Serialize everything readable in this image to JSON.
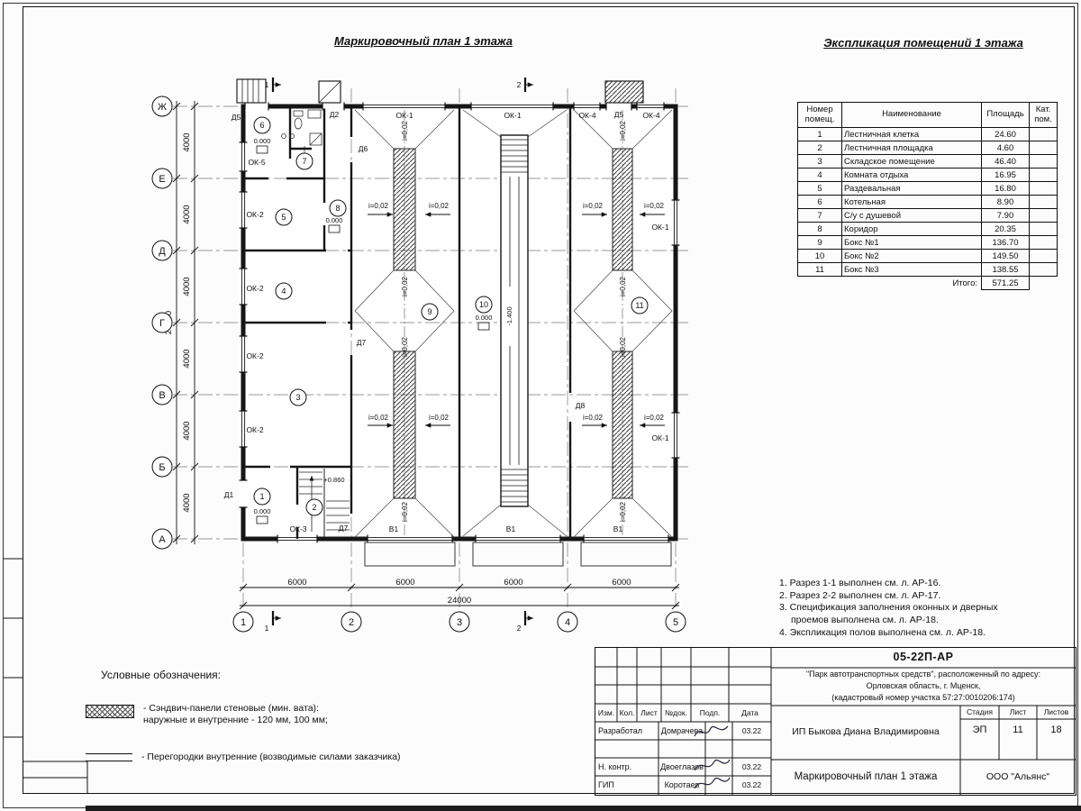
{
  "sheet": {
    "plan_title": "Маркировочный план 1 этажа",
    "explication_title": "Экспликация помещений 1 этажа"
  },
  "explication": {
    "headers": {
      "num": "Номер помещ.",
      "name": "Наименование",
      "area": "Площадь",
      "cat": "Кат. пом."
    },
    "rows": [
      {
        "num": "1",
        "name": "Лестничная клетка",
        "area": "24.60",
        "cat": ""
      },
      {
        "num": "2",
        "name": "Лестничная площадка",
        "area": "4.60",
        "cat": ""
      },
      {
        "num": "3",
        "name": "Складское помещение",
        "area": "46.40",
        "cat": ""
      },
      {
        "num": "4",
        "name": "Комната отдыха",
        "area": "16.95",
        "cat": ""
      },
      {
        "num": "5",
        "name": "Раздевальная",
        "area": "16.80",
        "cat": ""
      },
      {
        "num": "6",
        "name": "Котельная",
        "area": "8.90",
        "cat": ""
      },
      {
        "num": "7",
        "name": "С/у с душевой",
        "area": "7.90",
        "cat": ""
      },
      {
        "num": "8",
        "name": "Коридор",
        "area": "20.35",
        "cat": ""
      },
      {
        "num": "9",
        "name": "Бокс №1",
        "area": "136.70",
        "cat": ""
      },
      {
        "num": "10",
        "name": "Бокс №2",
        "area": "149.50",
        "cat": ""
      },
      {
        "num": "11",
        "name": "Бокс №3",
        "area": "138.55",
        "cat": ""
      }
    ],
    "total_label": "Итого:",
    "total_value": "571.25"
  },
  "notes": [
    "1. Разрез 1-1 выполнен см. л. АР-16.",
    "2. Разрез 2-2 выполнен см. л. АР-17.",
    "3. Спецификация заполнения оконных и дверных проемов выполнена см. л. АР-18.",
    "4. Экспликация полов выполнена см. л. АР-18."
  ],
  "legend": {
    "title": "Условные обозначения:",
    "item1_line1": "- Сэндвич-панели стеновые (мин. вата):",
    "item1_line2": "наружные и внутренние - 120 мм, 100 мм;",
    "item2": "- Перегородки внутренние (возводимые силами заказчика)"
  },
  "plan": {
    "axis_rows": [
      "Ж",
      "Е",
      "Д",
      "Г",
      "В",
      "Б",
      "А"
    ],
    "axis_cols": [
      "1",
      "2",
      "3",
      "4",
      "5"
    ],
    "dim_seg_h": "6000",
    "dim_total_h": "24000",
    "dim_seg_v": "4000",
    "dim_total_v": "24000",
    "rooms": [
      "1",
      "2",
      "3",
      "4",
      "5",
      "6",
      "7",
      "8",
      "9",
      "10",
      "11"
    ],
    "labels": {
      "ok1": "ОК-1",
      "ok2": "ОК-2",
      "ok3": "ОК-3",
      "ok4": "ОК-4",
      "ok5": "ОК-5",
      "d1": "Д1",
      "d2": "Д2",
      "d5": "Д5",
      "d6": "Д6",
      "d7": "Д7",
      "d8": "Д8",
      "v1": "В1",
      "slope": "i=0,02",
      "elev_zero": "0.000",
      "elev_stair": "+0.860",
      "elev_pit": "-1.400",
      "sec1": "1",
      "sec2": "2"
    }
  },
  "title_block": {
    "doc_number": "05-22П-АР",
    "project_line1": "\"Парк автотранспортных средств\",  расположенный по адресу:",
    "project_line2": "Орловская область, г. Мценск,",
    "project_line3": "(кадастровый номер участка 57:27:0010206:174)",
    "col_izm": "Изм.",
    "col_kol": "Кол.",
    "col_list": "Лист",
    "col_doc": "№док.",
    "col_podp": "Подп.",
    "col_data": "Дата",
    "row1_role": "Разработал",
    "row1_name": "Домрачева",
    "row1_date": "03.22",
    "row2_role": "Н. контр.",
    "row2_name": "Двоеглазов",
    "row2_date": "03.22",
    "row3_role": "ГИП",
    "row3_name": "Коротаев",
    "row3_date": "03.22",
    "client": "ИП Быкова Диана Владимировна",
    "stage_label": "Стадия",
    "sheet_label": "Лист",
    "sheets_label": "Листов",
    "stage": "ЭП",
    "sheet_num": "11",
    "sheets_total": "18",
    "drawing_title": "Маркировочный план 1 этажа",
    "company": "ООО \"Альянс\""
  }
}
